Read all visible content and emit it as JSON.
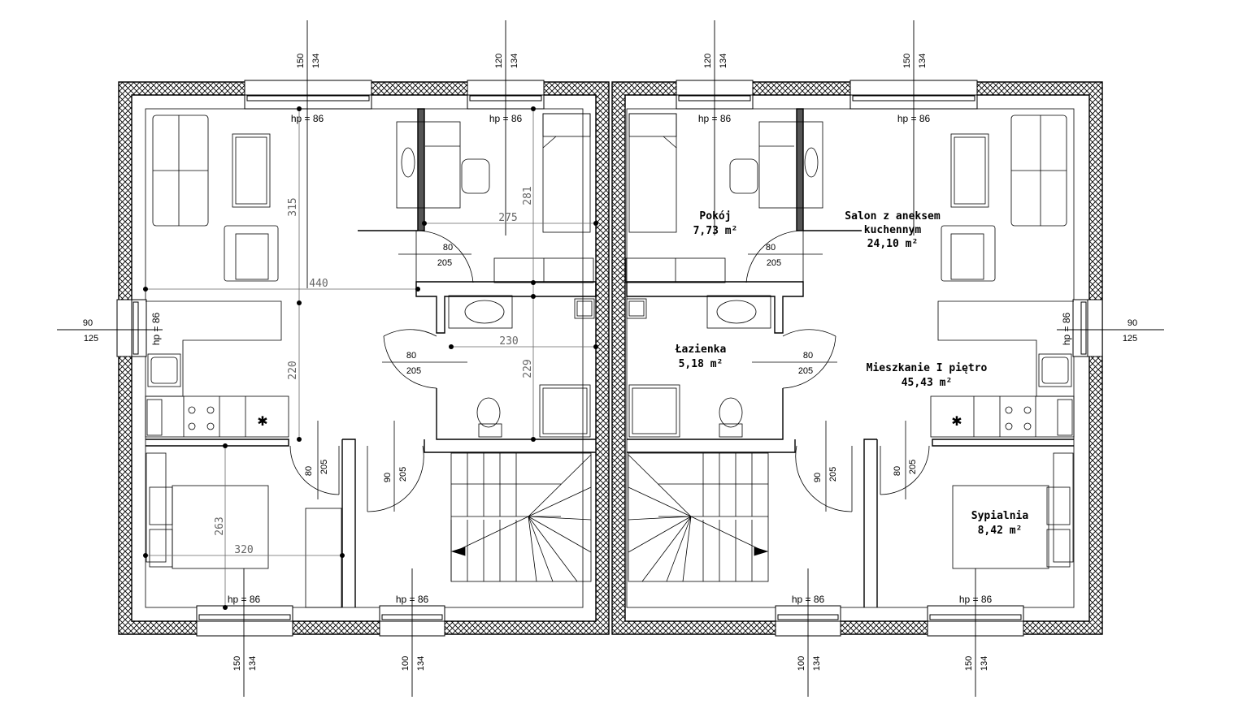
{
  "rooms": {
    "pokoj_name": "Pokój",
    "pokoj_area": "7,73 m²",
    "salon_name_1": "Salon z aneksem",
    "salon_name_2": "kuchennym",
    "salon_area": "24,10 m²",
    "lazienka_name": "Łazienka",
    "lazienka_area": "5,18 m²",
    "mieszkanie_name": "Mieszkanie I piętro",
    "mieszkanie_area": "45,43 m²",
    "sypialnia_name": "Sypialnia",
    "sypialnia_area": "8,42 m²"
  },
  "sill_label": "hp = 86",
  "windows": {
    "top_1": [
      "150",
      "134"
    ],
    "top_2": [
      "120",
      "134"
    ],
    "top_3": [
      "120",
      "134"
    ],
    "top_4": [
      "150",
      "134"
    ],
    "bottom_1": [
      "150",
      "134"
    ],
    "bottom_2": [
      "100",
      "134"
    ],
    "bottom_3": [
      "100",
      "134"
    ],
    "bottom_4": [
      "150",
      "134"
    ],
    "side_left": [
      "90",
      "125"
    ],
    "side_right": [
      "90",
      "125"
    ]
  },
  "doors": {
    "width_80": "80",
    "width_90": "90",
    "height_205": "205"
  },
  "dimensions": {
    "d440": "440",
    "d315": "315",
    "d220": "220",
    "d281": "281",
    "d275": "275",
    "d230": "230",
    "d229": "229",
    "d263": "263",
    "d320": "320"
  }
}
